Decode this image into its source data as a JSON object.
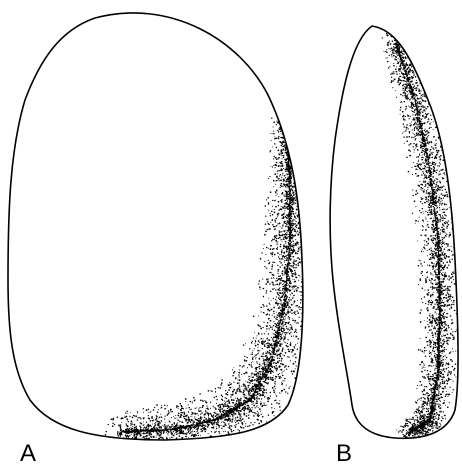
{
  "figure": {
    "panels": [
      {
        "id": "A",
        "label": "A"
      },
      {
        "id": "B",
        "label": "B"
      }
    ],
    "colors": {
      "outline": "#000000",
      "stipple": "#000000",
      "background": "#ffffff"
    }
  }
}
